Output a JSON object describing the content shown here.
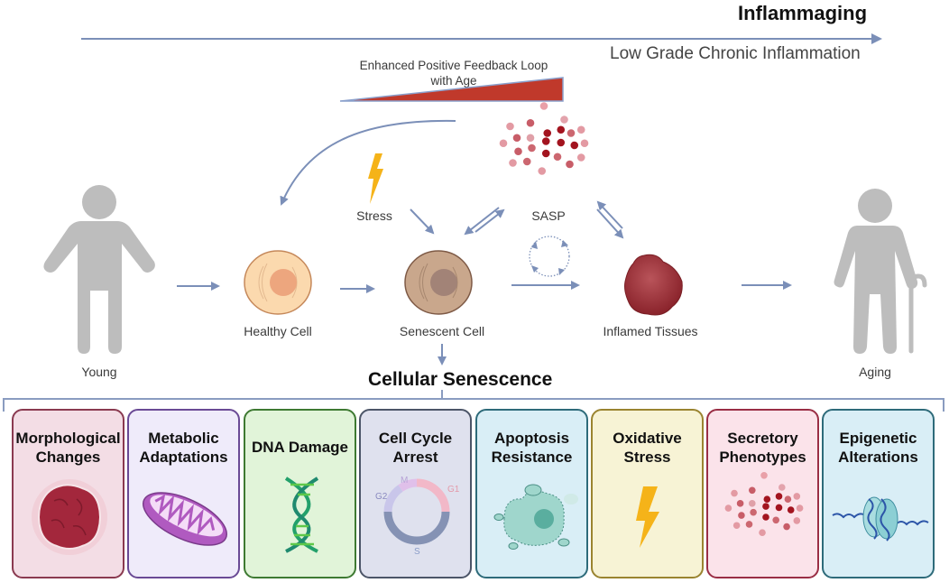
{
  "header": {
    "title": "Inflammaging",
    "timeline_label": "Low Grade Chronic Inflammation"
  },
  "feedback": {
    "label_line1": "Enhanced Positive Feedback Loop",
    "label_line2": "with Age"
  },
  "flow": {
    "young_label": "Young",
    "healthy_cell_label": "Healthy Cell",
    "stress_label": "Stress",
    "senescent_cell_label": "Senescent Cell",
    "sasp_label": "SASP",
    "inflamed_tissues_label": "Inflamed Tissues",
    "aging_label": "Aging"
  },
  "section_title": "Cellular Senescence",
  "hallmarks": [
    {
      "title_line1": "Morphological",
      "title_line2": "Changes",
      "icon": "irregular-cell-icon",
      "bg": "#f3dde5",
      "border": "#8a3a50"
    },
    {
      "title_line1": "Metabolic",
      "title_line2": "Adaptations",
      "icon": "mitochondrion-icon",
      "bg": "#efebfa",
      "border": "#6a4a95"
    },
    {
      "title_line1": "DNA Damage",
      "title_line2": "",
      "icon": "dna-icon",
      "bg": "#e1f4d9",
      "border": "#3e7a32"
    },
    {
      "title_line1": "Cell Cycle",
      "title_line2": "Arrest",
      "icon": "cell-cycle-icon",
      "bg": "#dfe1ee",
      "border": "#4c5568"
    },
    {
      "title_line1": "Apoptosis",
      "title_line2": "Resistance",
      "icon": "apoptotic-cell-icon",
      "bg": "#d9eef6",
      "border": "#2e6b7a"
    },
    {
      "title_line1": "Oxidative",
      "title_line2": "Stress",
      "icon": "lightning-icon",
      "bg": "#f7f3d5",
      "border": "#9a8430"
    },
    {
      "title_line1": "Secretory",
      "title_line2": "Phenotypes",
      "icon": "secreted-particles-icon",
      "bg": "#fbe3ea",
      "border": "#9a2e45"
    },
    {
      "title_line1": "Epigenetic",
      "title_line2": "Alterations",
      "icon": "nucleosome-icon",
      "bg": "#d9eef6",
      "border": "#2e6b7a"
    }
  ],
  "cell_cycle_phases": [
    "M",
    "G1",
    "S",
    "G2"
  ],
  "colors": {
    "arrow": "#7b8fb8",
    "human": "#bdbdbd",
    "feedback_red": "#c0392b",
    "lightning": "#f5b319",
    "tissue": "#9e2f36"
  }
}
